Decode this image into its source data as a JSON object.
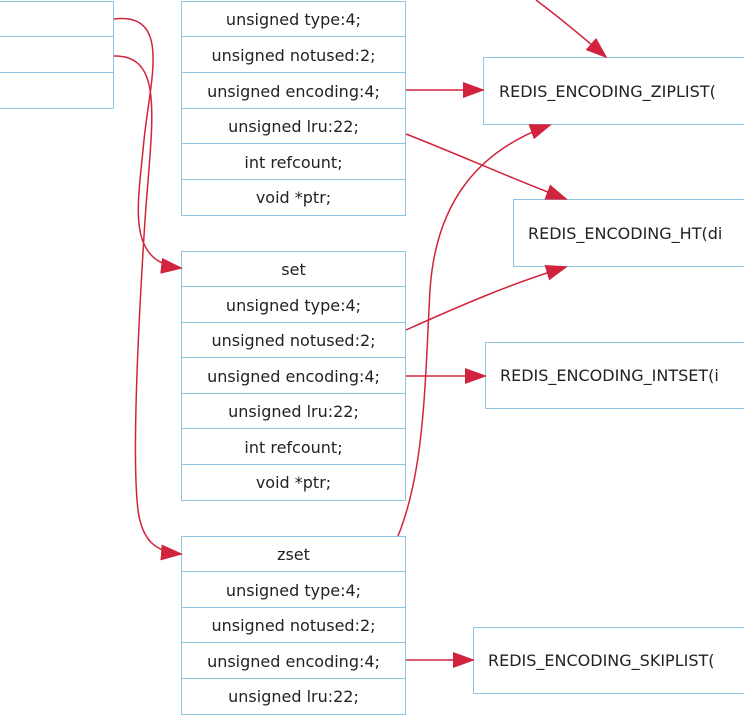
{
  "arrow_color": "#d2233c",
  "border_color": "#8ec5e2",
  "objects": {
    "top_fields": [
      "unsigned type:4;",
      "unsigned notused:2;",
      "unsigned encoding:4;",
      "unsigned lru:22;",
      "int refcount;",
      "void *ptr;"
    ],
    "set": {
      "title": "set",
      "fields": [
        "unsigned type:4;",
        "unsigned notused:2;",
        "unsigned encoding:4;",
        "unsigned lru:22;",
        "int refcount;",
        "void *ptr;"
      ]
    },
    "zset": {
      "title": "zset",
      "fields": [
        "unsigned type:4;",
        "unsigned notused:2;",
        "unsigned encoding:4;",
        "unsigned lru:22;"
      ]
    }
  },
  "encodings": {
    "ziplist": "REDIS_ENCODING_ZIPLIST(",
    "ht": "REDIS_ENCODING_HT(di",
    "intset": "REDIS_ENCODING_INTSET(i",
    "skiplist": "REDIS_ENCODING_SKIPLIST("
  }
}
